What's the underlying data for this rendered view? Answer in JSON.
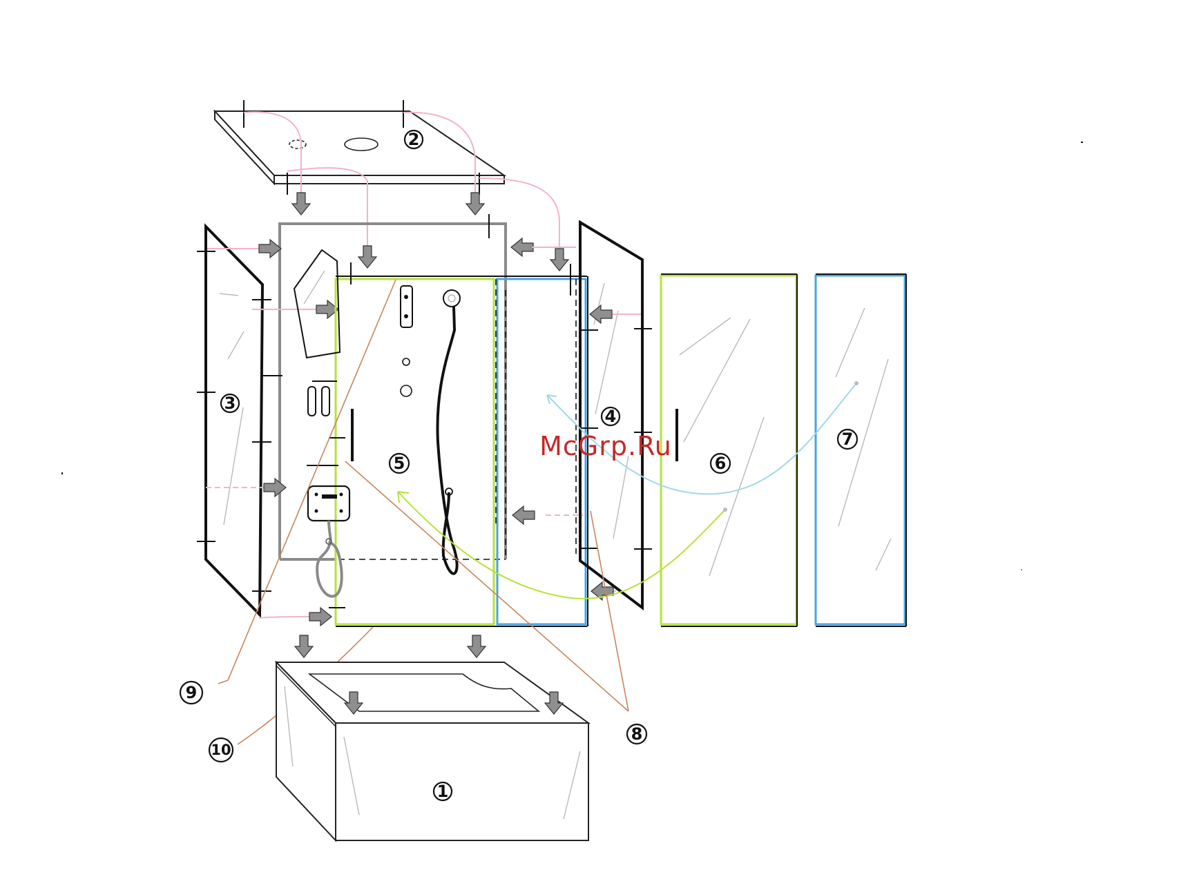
{
  "watermark": "McGrp.Ru",
  "labels": {
    "bath_tray": "1",
    "roof": "2",
    "left_panel": "3",
    "right_panel": "4",
    "back_wall": "5",
    "front_glass_1": "6",
    "front_glass_2": "7",
    "part_8": "8",
    "part_9": "9",
    "part_10": "10"
  },
  "colors": {
    "outline": "#111111",
    "frame_gray": "#8a8a8a",
    "arrow_fill": "#8f8f8f",
    "pink_line": "#f2b3c6",
    "green_line": "#b6e23c",
    "blue_line": "#4aa3df",
    "light_blue_curve": "#9fd8ea",
    "leader_brown": "#c8855a"
  },
  "icons": {
    "assembly_arrow": "down-right-arrow-icon",
    "shower_head": "shower-head-icon",
    "mirror": "mirror-icon",
    "control_panel": "control-panel-icon"
  }
}
